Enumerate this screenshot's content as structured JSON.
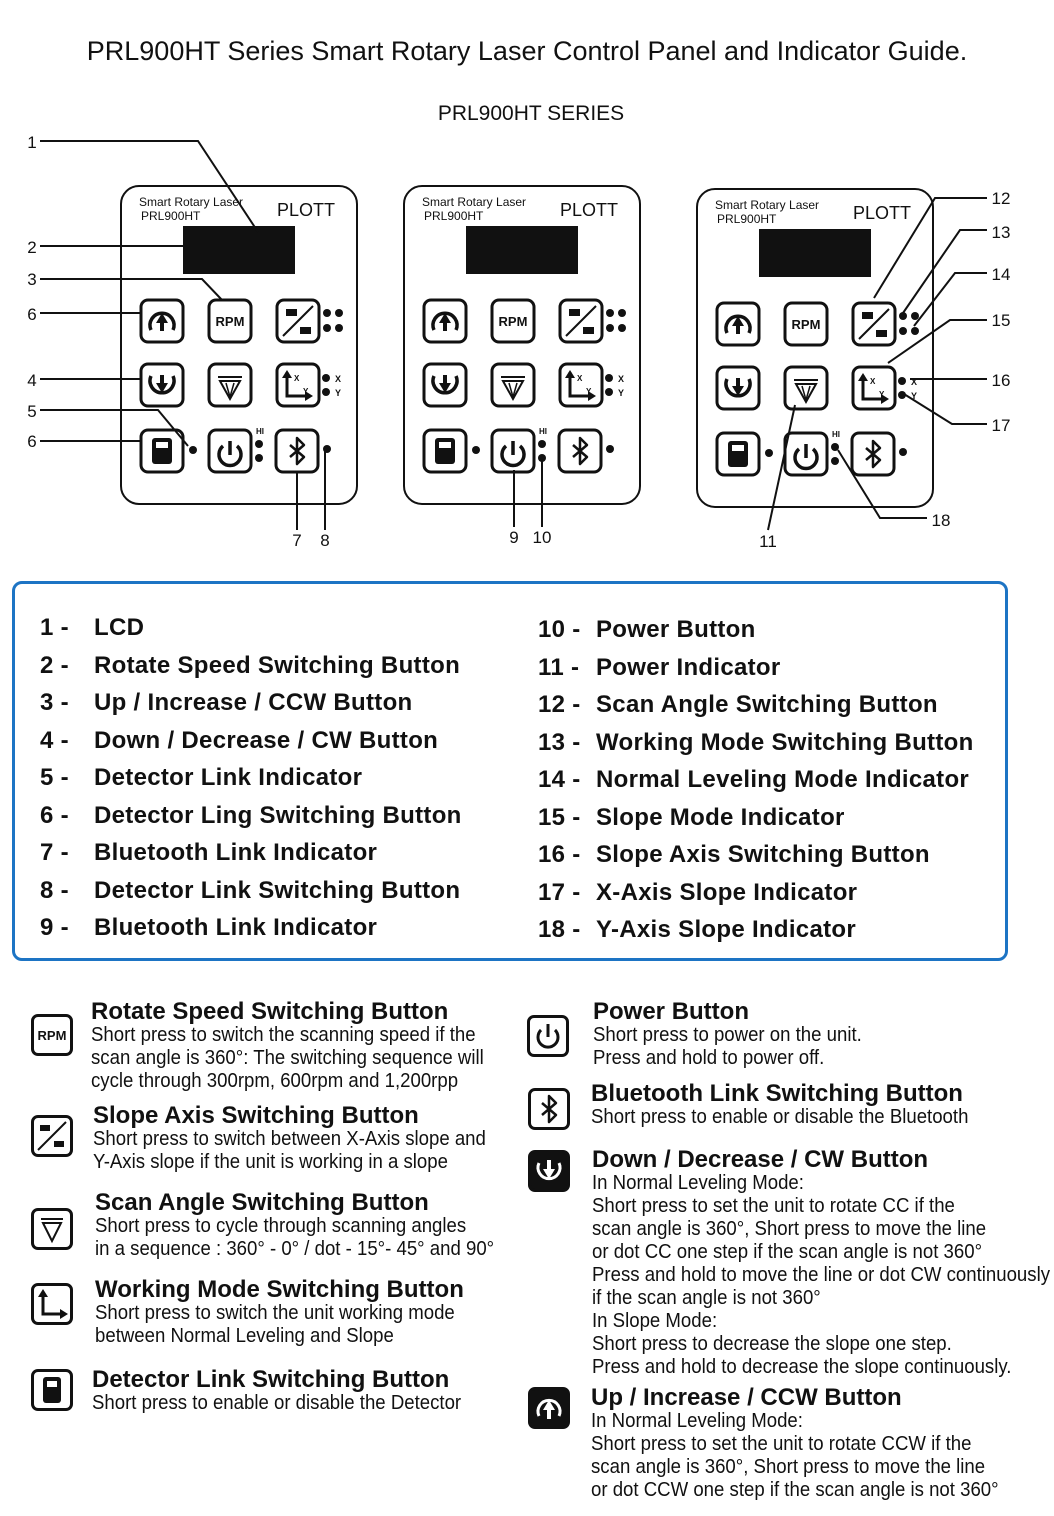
{
  "header": {
    "title": "PRL900HT Series Smart Rotary Laser Control Panel and Indicator Guide.",
    "series_label": "PRL900HT SERIES"
  },
  "panel": {
    "brand_line1": "Smart Rotary Laser",
    "brand_line2": "PRL900HT",
    "logo": "PLOTT",
    "rpm_label": "RPM",
    "hi_label": "HI",
    "x_label": "X",
    "y_label": "Y"
  },
  "callouts": [
    "1",
    "2",
    "3",
    "6",
    "4",
    "5",
    "6",
    "7",
    "8",
    "9",
    "10",
    "12",
    "13",
    "14",
    "15",
    "16",
    "17",
    "18",
    "11"
  ],
  "legend": {
    "left": [
      {
        "num": "1 -",
        "label": "LCD"
      },
      {
        "num": "2 -",
        "label": "Rotate Speed Switching Button"
      },
      {
        "num": "3 -",
        "label": "Up / Increase / CCW Button"
      },
      {
        "num": "4 -",
        "label": "Down / Decrease / CW Button"
      },
      {
        "num": "5 -",
        "label": "Detector Link Indicator"
      },
      {
        "num": "6 -",
        "label": "Detector Ling Switching Button"
      },
      {
        "num": "7 -",
        "label": "Bluetooth Link Indicator"
      },
      {
        "num": "8 -",
        "label": "Detector Link Switching Button"
      },
      {
        "num": "9 -",
        "label": "Bluetooth Link Indicator"
      }
    ],
    "right": [
      {
        "num": "10 -",
        "label": "Power Button"
      },
      {
        "num": "11 -",
        "label": "Power Indicator"
      },
      {
        "num": "12 -",
        "label": "Scan Angle Switching Button"
      },
      {
        "num": "13 -",
        "label": "Working Mode Switching Button"
      },
      {
        "num": "14 -",
        "label": "Normal Leveling Mode Indicator"
      },
      {
        "num": "15 -",
        "label": "Slope Mode Indicator"
      },
      {
        "num": "16 -",
        "label": "Slope Axis Switching Button"
      },
      {
        "num": "17 -",
        "label": "X-Axis Slope Indicator"
      },
      {
        "num": "18 -",
        "label": "Y-Axis Slope Indicator"
      }
    ]
  },
  "descriptions": {
    "rpm": {
      "title": "Rotate Speed Switching Button",
      "lines": [
        "Short press to switch the scanning speed if the",
        "scan angle is 360°: The switching sequence will",
        "cycle through 300rpm, 600rpm and 1,200rpp"
      ]
    },
    "slope_axis": {
      "title": "Slope Axis Switching Button",
      "lines": [
        "Short press to switch between X-Axis slope and",
        "Y-Axis slope if the unit is working in a slope"
      ]
    },
    "scan_angle": {
      "title": "Scan Angle Switching Button",
      "lines": [
        "Short press to cycle through scanning angles",
        "in a sequence : 360° - 0° / dot - 15°- 45° and 90°"
      ]
    },
    "working_mode": {
      "title": "Working Mode Switching Button",
      "lines": [
        "Short press to switch the unit working mode",
        "between Normal Leveling and Slope"
      ]
    },
    "detector_link": {
      "title": "Detector Link Switching Button",
      "lines": [
        "Short press to enable or disable the Detector"
      ]
    },
    "power": {
      "title": "Power Button",
      "lines": [
        "Short press to power on the unit.",
        "Press and hold to power off."
      ]
    },
    "bluetooth": {
      "title": "Bluetooth Link Switching Button",
      "lines": [
        "Short press to enable or disable the Bluetooth"
      ]
    },
    "down": {
      "title": "Down / Decrease / CW Button",
      "lines": [
        "In Normal Leveling Mode:",
        "Short press to set the unit to rotate CC if the",
        "scan angle is 360°, Short press to move the line",
        "or dot CC one step if the scan angle is not 360°",
        "Press and hold to move the line or dot CW continuously",
        "if the scan angle is not 360°",
        "In Slope Mode:",
        "Short press to decrease the slope one step.",
        "Press and hold to decrease the slope continuously."
      ]
    },
    "up": {
      "title": "Up / Increase / CCW Button",
      "lines": [
        "In Normal Leveling Mode:",
        "Short press to set the unit to rotate CCW if the",
        "scan angle is 360°, Short press to move the line",
        "or dot CCW one step if the scan angle is not 360°"
      ]
    }
  },
  "icons": [
    "rpm-icon",
    "slope-axis-icon",
    "scan-angle-icon",
    "working-mode-icon",
    "detector-icon",
    "power-icon",
    "bluetooth-icon",
    "down-arrow-icon",
    "up-arrow-icon"
  ],
  "colors": {
    "legend_border": "#1d74c4",
    "ink": "#111111"
  }
}
